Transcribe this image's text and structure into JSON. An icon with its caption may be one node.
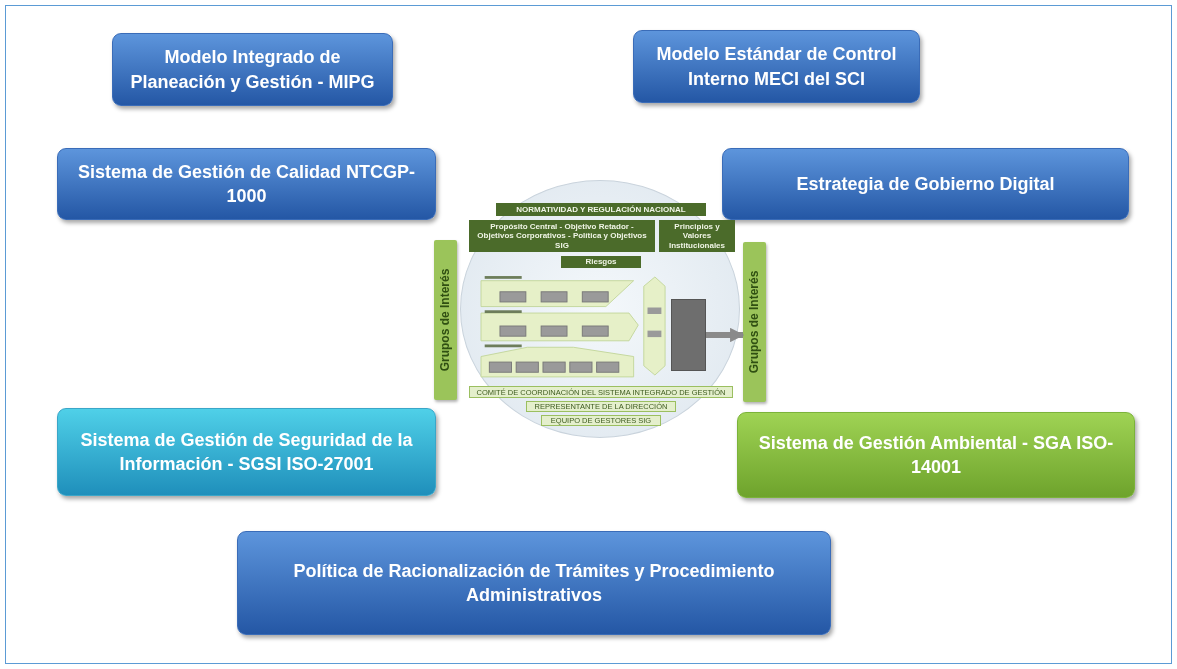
{
  "diagram": {
    "nodes": [
      {
        "text": [
          "Modelo Integrado de Planeación y Gestión - MIPG"
        ]
      },
      {
        "text": [
          "Modelo Estándar de Control Interno MECI del SCI"
        ]
      },
      {
        "text": [
          "Sistema de Gestión de Calidad NTCGP-1000"
        ]
      },
      {
        "text": [
          "Estrategia de Gobierno Digital"
        ]
      },
      {
        "text": [
          "Grupos de Interés"
        ]
      },
      {
        "text": [],
        "shape": "circle"
      },
      {
        "text": [
          "NORMATIVIDAD Y REGULACIÓN NACIONAL"
        ],
        "in": 5
      },
      {
        "text": [
          "Propósito Central - Objetivo Retador - Objetivos Corporativos - Política y Objetivos SIG"
        ],
        "in": 5
      },
      {
        "text": [
          "Principios y Valores Institucionales"
        ],
        "in": 5
      },
      {
        "text": [
          "Riesgos"
        ],
        "in": 5
      },
      {
        "text": [],
        "shape": "box",
        "in": 5
      },
      {
        "text": [
          "COMITÉ DE COORDINACIÓN DEL SISTEMA INTEGRADO DE GESTIÓN"
        ],
        "in": 5
      },
      {
        "text": [
          "REPRESENTANTE DE LA DIRECCIÓN"
        ],
        "in": 5
      },
      {
        "text": [
          "EQUIPO DE GESTORES SIG"
        ],
        "in": 5
      },
      {
        "text": [
          "Grupos de Interés"
        ]
      },
      {
        "text": [
          "Sistema de Gestión de Seguridad de la Información - SGSI ISO-27001"
        ]
      },
      {
        "text": [
          "Sistema de Gestión Ambiental - SGA ISO-14001"
        ]
      },
      {
        "text": [
          "Política de Racionalización de Trámites y Procedimiento Administrativos"
        ]
      }
    ],
    "edges": [
      {
        "from": 10,
        "to": 14,
        "arrow": "to"
      }
    ]
  }
}
